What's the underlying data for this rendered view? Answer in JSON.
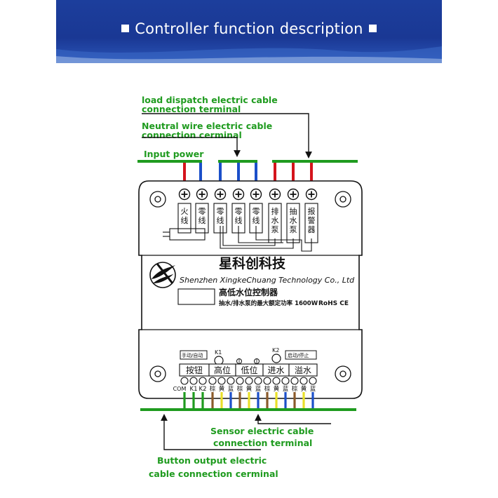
{
  "banner": {
    "title": "Controller function description"
  },
  "callouts": {
    "load": [
      "load dispatch electric cable",
      "connection terminal"
    ],
    "neutral": [
      "Neutral wire electric cable",
      "connection cerminal"
    ],
    "input_power": "Input power",
    "sensor": [
      "Sensor electric cable",
      "connection terminal"
    ],
    "button": [
      "Button output  electric",
      "cable connection cerminal"
    ]
  },
  "top_terminals": [
    {
      "label": "火线"
    },
    {
      "label": "零线"
    },
    {
      "label": "零线"
    },
    {
      "label": "零线"
    },
    {
      "label": "零线"
    },
    {
      "label": "排水泵"
    },
    {
      "label": "抽水泵"
    },
    {
      "label": "报警器"
    }
  ],
  "brand": {
    "name_cn": "星科创科技",
    "name_en": "Shenzhen XingkeChuang Technology Co., Ltd",
    "product": "高低水位控制器",
    "spec": "抽水/排水泵的最大额定功率 1600W",
    "marks": "RoHS CE"
  },
  "bottom": {
    "mode_left": "手动/自动",
    "k1": "K1",
    "k2": "K2",
    "mode_right": "启动/停止",
    "groups": [
      "按钮",
      "高位",
      "低位",
      "进水",
      "溢水"
    ],
    "pins": [
      "COM",
      "K1",
      "K2",
      "棕",
      "黄",
      "蓝",
      "棕",
      "黄",
      "蓝",
      "棕",
      "黄",
      "蓝",
      "棕",
      "黄",
      "蓝"
    ]
  },
  "colors": {
    "green": "#1f9b1f",
    "red": "#d4141c",
    "blue": "#1b4fc9",
    "brown": "#8a5a2b",
    "yellow": "#e9e02a"
  }
}
